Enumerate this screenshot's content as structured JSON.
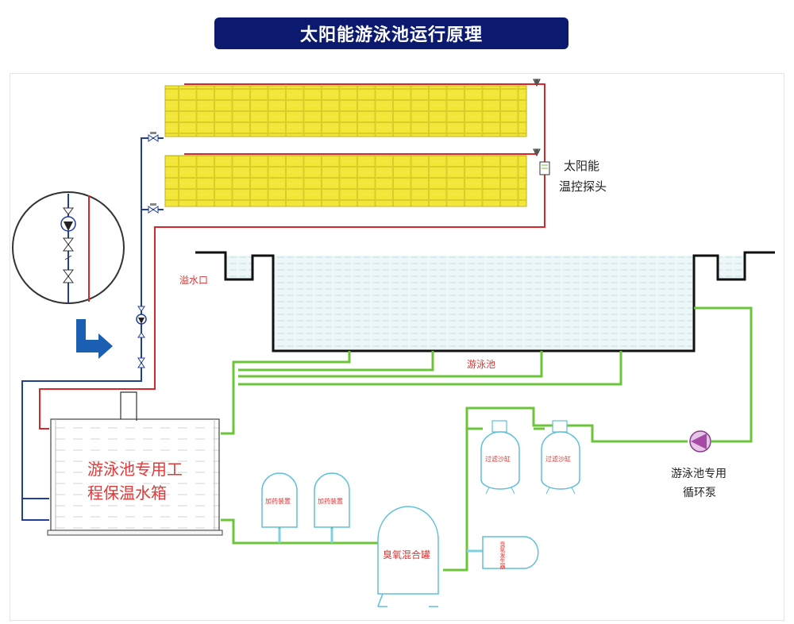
{
  "title": "太阳能游泳池运行原理",
  "labels": {
    "solar_probe_line1": "太阳能",
    "solar_probe_line2": "温控探头",
    "overflow": "溢水口",
    "pool": "游泳池",
    "tank_line1": "游泳池专用工",
    "tank_line2": "程保温水箱",
    "pump_line1": "游泳池专用",
    "pump_line2": "循环泵",
    "filter1": "过滤沙缸",
    "filter2": "过滤沙缸",
    "dosing1": "加药装置",
    "dosing2": "加药装置",
    "ozone_tank": "臭氧混合罐",
    "ozone_gen": "臭氧发生器"
  },
  "colors": {
    "title_bg": "#0b1a6e",
    "hot_pipe": "#d62828",
    "cold_pipe": "#1f3f9a",
    "pool_pipe": "#6cc43b",
    "panel": "#f2e637",
    "water": "#eef7f8",
    "label_red": "#e03a3a",
    "arrow": "#1b5fb3",
    "pump": "#a64aa6"
  },
  "icons": [
    "solar-panel-icon",
    "valve-icon",
    "pump-icon",
    "arrow-down-right-icon",
    "temperature-probe-icon"
  ]
}
